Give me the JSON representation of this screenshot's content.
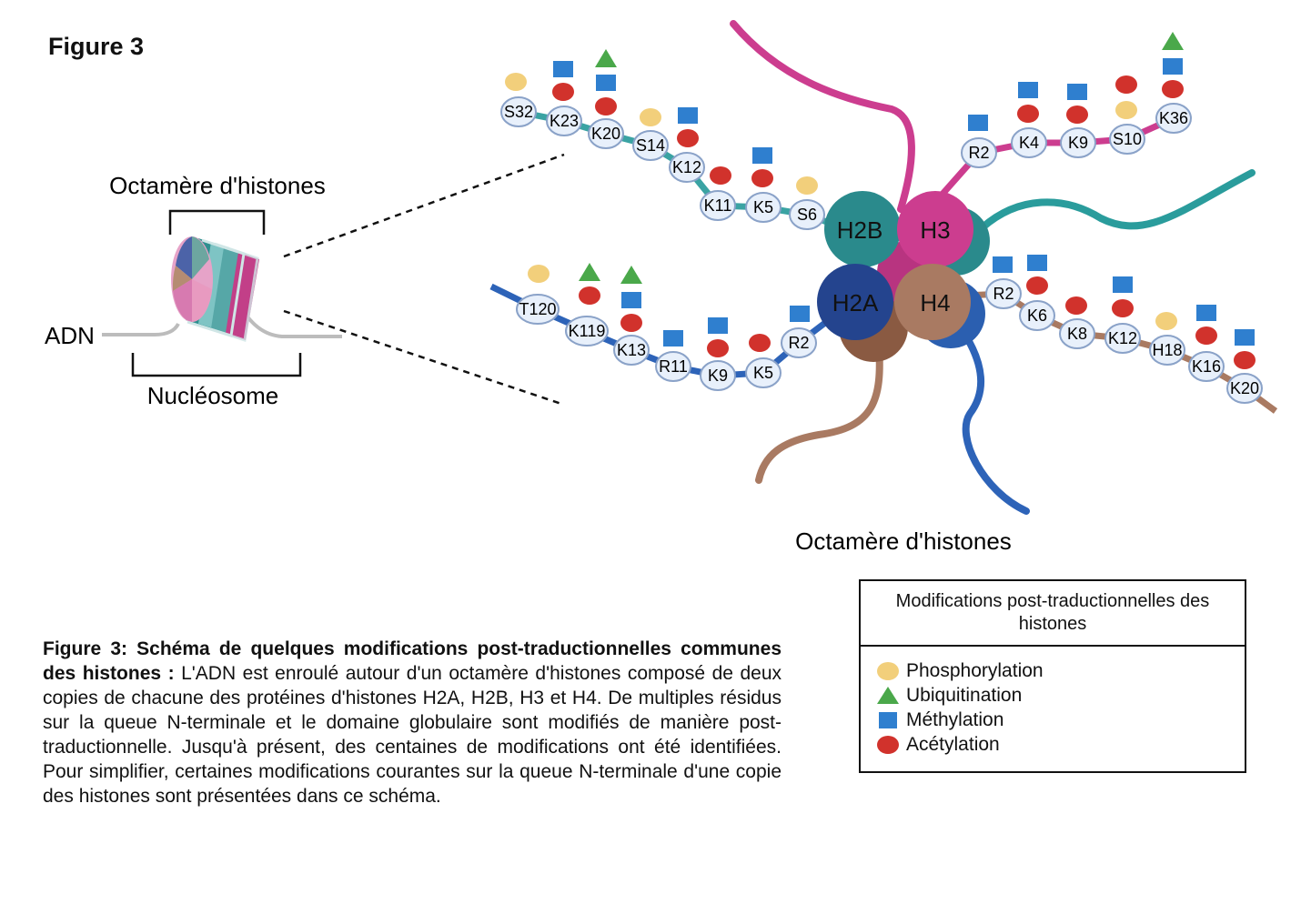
{
  "figure_heading": "Figure 3",
  "left_diagram": {
    "octamer_label": "Octamère d'histones",
    "dna_label": "ADN",
    "nucleosome_label": "Nucléosome"
  },
  "right_diagram": {
    "octamer_label": "Octamère d'histones",
    "histones": [
      "H2B",
      "H3",
      "H2A",
      "H4"
    ]
  },
  "tails": {
    "h2b": [
      "S32",
      "K23",
      "K20",
      "S14",
      "K12",
      "K11",
      "K5",
      "S6"
    ],
    "h3": [
      "R2",
      "K4",
      "K9",
      "S10",
      "K36"
    ],
    "h2a": [
      "T120",
      "K119",
      "K13",
      "R11",
      "K9",
      "K5",
      "R2"
    ],
    "h4": [
      "R2",
      "K6",
      "K8",
      "K12",
      "H18",
      "K16",
      "K20"
    ]
  },
  "legend": {
    "title": "Modifications post-traductionnelles des histones",
    "items": [
      {
        "label": "Phosphorylation",
        "shape": "circle",
        "color": "#f2cf7b"
      },
      {
        "label": "Ubiquitination",
        "shape": "triangle",
        "color": "#4aa84a"
      },
      {
        "label": "Méthylation",
        "shape": "square",
        "color": "#2f7fcf"
      },
      {
        "label": "Acétylation",
        "shape": "circle",
        "color": "#d1322c"
      }
    ]
  },
  "caption": {
    "bold": "Figure 3: Schéma de quelques modifications post-traductionnelles communes des histones :",
    "text": " L'ADN est enroulé autour d'un octamère d'histones composé de deux copies de chacune des protéines d'histones H2A, H2B, H3 et H4. De multiples résidus sur la queue N-terminale et le domaine globulaire sont modifiés de manière post-traductionnelle. Jusqu'à présent, des centaines de modifications ont été identifiées. Pour simplifier, certaines modifications courantes sur la queue N-terminale d'une copie des histones sont présentées dans ce schéma."
  },
  "colors": {
    "h2b": "#2a8a8c",
    "h3": "#cc3d8f",
    "h2a": "#2b4e9c",
    "h4": "#a97a62",
    "residue_fill": "#e8f0fb",
    "residue_stroke": "#8aa2c8"
  }
}
